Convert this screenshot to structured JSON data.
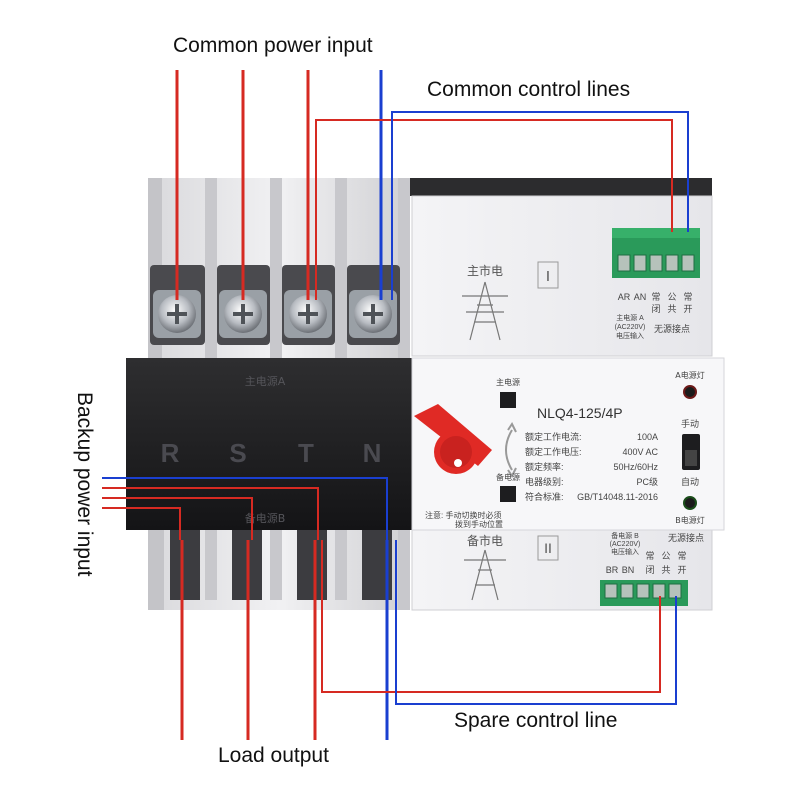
{
  "labels": {
    "common_power_input": "Common power input",
    "common_control_lines": "Common control lines",
    "backup_power_input": "Backup power input",
    "load_output": "Load output",
    "spare_control_line": "Spare control line"
  },
  "device": {
    "model": "NLQ4-125/4P",
    "module_top_numeral": "I",
    "module_bottom_numeral": "II",
    "main_grid_label": "主市电",
    "backup_grid_label": "备市电",
    "top_terminal_labels": [
      "AR",
      "AN",
      "常",
      "公",
      "常"
    ],
    "top_terminal_labels_row2": [
      "闭",
      "共",
      "开"
    ],
    "top_note_lines": [
      "主电源 A",
      "(AC220V)",
      "电压输入"
    ],
    "top_contact_label": "无源接点",
    "bottom_note_lines": [
      "备电源 B",
      "(AC220V)",
      "电压输入"
    ],
    "bottom_contact_label": "无源接点",
    "bottom_terminal_labels": [
      "BR",
      "BN",
      "常",
      "公",
      "常"
    ],
    "bottom_terminal_labels_row2": [
      "闭",
      "共",
      "开"
    ],
    "main_source_tag": "主电源",
    "backup_source_tag": "备电源",
    "a_lamp_label": "A电源灯",
    "b_lamp_label": "B电源灯",
    "manual_label": "手动",
    "auto_label": "自动",
    "specs": [
      {
        "name": "额定工作电流:",
        "value": "100A"
      },
      {
        "name": "额定工作电压:",
        "value": "400V AC"
      },
      {
        "name": "额定频率:",
        "value": "50Hz/60Hz"
      },
      {
        "name": "电器级别:",
        "value": "PC级"
      },
      {
        "name": "符合标准:",
        "value": "GB/T14048.11-2016"
      }
    ],
    "warning_lines": [
      "注意: 手动切换时必须",
      "拨到手动位置"
    ],
    "black_panel_top_label": "主电源A",
    "black_panel_bottom_label": "备电源B",
    "phase_letters": [
      "R",
      "S",
      "T",
      "N"
    ]
  },
  "colors": {
    "phase_wire": "#d62a22",
    "neutral_wire": "#1a3fd0",
    "terminal_green": "#2a9a5a",
    "handle_red": "#e02a25"
  }
}
